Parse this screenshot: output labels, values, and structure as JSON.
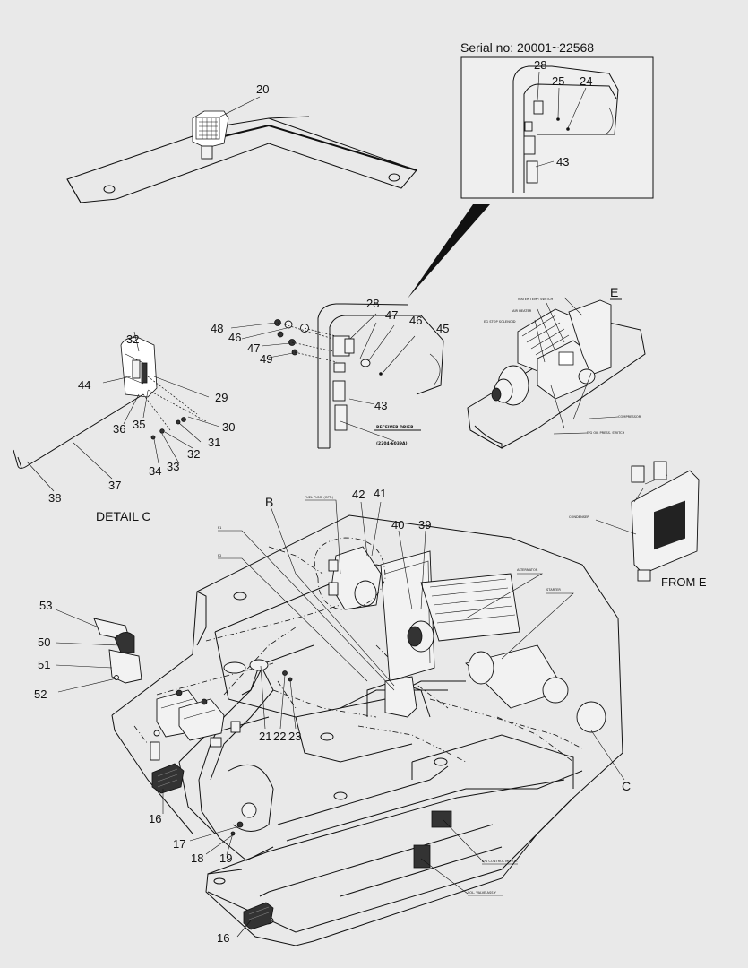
{
  "header": {
    "serial_label": "Serial no: 20001~22568"
  },
  "labels": {
    "detail_c": "DETAIL C",
    "from_e": "FROM E",
    "letter_b": "B",
    "letter_c": "C",
    "letter_e": "E"
  },
  "callouts": {
    "n16a": "16",
    "n16b": "16",
    "n17": "17",
    "n18": "18",
    "n19": "19",
    "n20": "20",
    "n21": "21",
    "n22": "22",
    "n23": "23",
    "n24": "24",
    "n25": "25",
    "n28a": "28",
    "n28b": "28",
    "n29": "29",
    "n30": "30",
    "n31": "31",
    "n32a": "32",
    "n32b": "32",
    "n33": "33",
    "n34": "34",
    "n35": "35",
    "n36": "36",
    "n37": "37",
    "n38": "38",
    "n39": "39",
    "n40": "40",
    "n41": "41",
    "n42": "42",
    "n43a": "43",
    "n43b": "43",
    "n44": "44",
    "n45": "45",
    "n46a": "46",
    "n46b": "46",
    "n47a": "47",
    "n47b": "47",
    "n48": "48",
    "n49": "49",
    "n50": "50",
    "n51": "51",
    "n52": "52",
    "n53": "53"
  },
  "part_tags": {
    "receiver_drier": "RECEIVER DRIER",
    "receiver_drier_no": "(2204-6039A)",
    "water_temp_switch": "WATER TEMP. SWITCH",
    "air_heater": "AIR HEATER",
    "eg_stop_solenoid": "EG STOP SOLENOID",
    "compressor": "COMPRESSOR",
    "oil_press_switch": "E/G OIL PRESS. SWITCH",
    "condenser": "CONDENSER",
    "fuel_pump": "FUEL PUMP (OPT.)",
    "alternator": "ALTERNATOR",
    "starter": "STARTER",
    "p1": "P1",
    "p2": "P2",
    "eg_control_motor": "E/G CONTROL MOTOR",
    "sol_valve_assy": "SOL. VALVE ASS'Y"
  },
  "colors": {
    "background": "#e9e9e9",
    "ink": "#111111"
  }
}
